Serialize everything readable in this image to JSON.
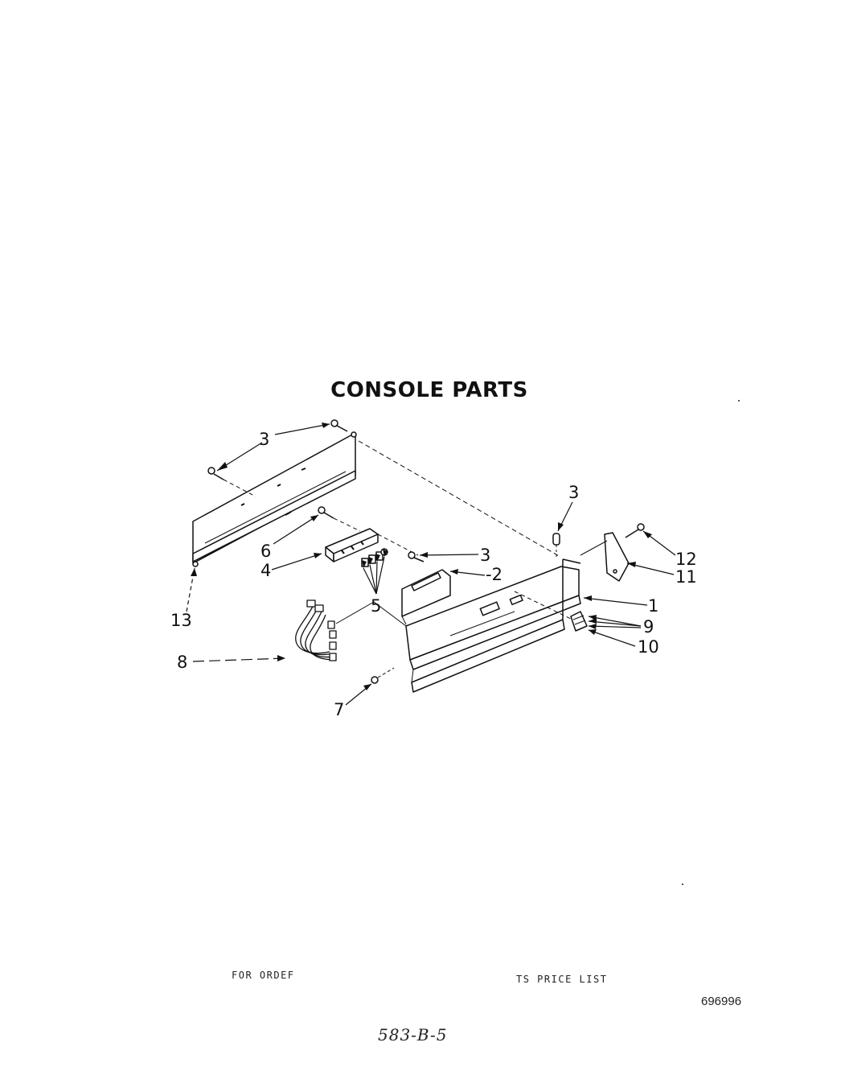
{
  "title": "CONSOLE PARTS",
  "callouts": [
    {
      "id": "c1",
      "text": "1"
    },
    {
      "id": "c2",
      "text": "-2"
    },
    {
      "id": "c3a",
      "text": "3"
    },
    {
      "id": "c3b",
      "text": "3"
    },
    {
      "id": "c3c",
      "text": "3"
    },
    {
      "id": "c4",
      "text": "4"
    },
    {
      "id": "c5",
      "text": "5"
    },
    {
      "id": "c6",
      "text": "6"
    },
    {
      "id": "c7",
      "text": "7"
    },
    {
      "id": "c8",
      "text": "8"
    },
    {
      "id": "c9",
      "text": "9"
    },
    {
      "id": "c10",
      "text": "10"
    },
    {
      "id": "c11",
      "text": "11"
    },
    {
      "id": "c12",
      "text": "12"
    },
    {
      "id": "c13",
      "text": "13"
    }
  ],
  "footer": {
    "left_text": "FOR ORDEF",
    "right_text": "TS PRICE LIST",
    "doc_number": "696996",
    "handwritten_code": "583-B-5"
  }
}
